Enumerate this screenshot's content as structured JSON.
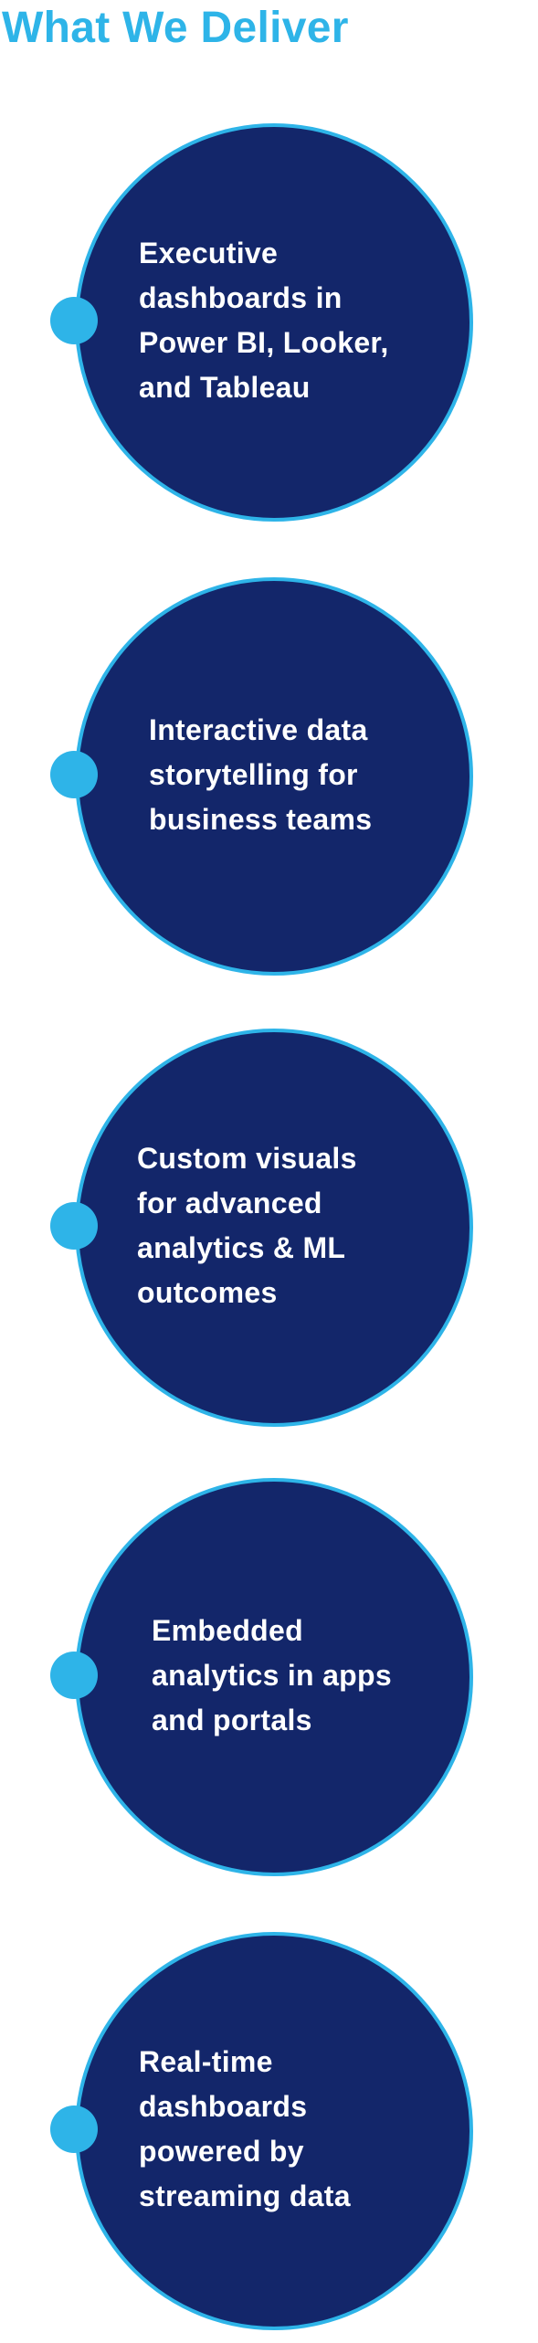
{
  "heading": "What We Deliver",
  "colors": {
    "accent": "#2eb4e8",
    "circle_fill": "#13266a",
    "text_on_circle": "#ffffff"
  },
  "items": [
    {
      "lines": [
        "Executive",
        "dashboards in",
        "Power BI, Looker,",
        "and Tableau"
      ]
    },
    {
      "lines": [
        "Interactive data",
        "storytelling for",
        "business teams"
      ]
    },
    {
      "lines": [
        "Custom visuals",
        "for advanced",
        "analytics & ML",
        "outcomes"
      ]
    },
    {
      "lines": [
        "Embedded",
        "analytics in apps",
        "and portals"
      ]
    },
    {
      "lines": [
        "Real-time",
        "dashboards",
        "powered by",
        "streaming data"
      ]
    }
  ]
}
